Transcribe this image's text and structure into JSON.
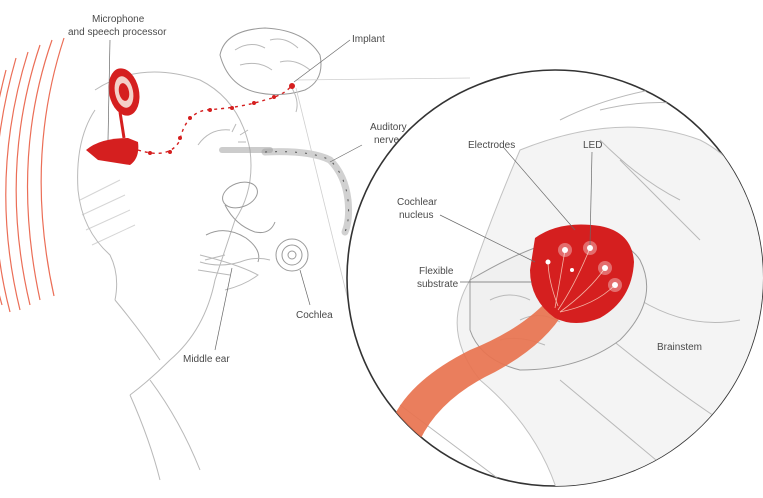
{
  "colors": {
    "accent_red": "#d51f1f",
    "light_red": "#e88a7a",
    "wave_red": "#e8553a",
    "line_gray": "#6a6a6a",
    "sketch_gray": "#b9b9b9"
  },
  "labels": {
    "microphone_line1": "Microphone",
    "microphone_line2": "and speech processor",
    "implant": "Implant",
    "auditory_nerve_line1": "Auditory",
    "auditory_nerve_line2": "nerve",
    "electrodes": "Electrodes",
    "led": "LED",
    "cochlear_nucleus_line1": "Cochlear",
    "cochlear_nucleus_line2": "nucleus",
    "flexible_substrate_line1": "Flexible",
    "flexible_substrate_line2": "substrate",
    "cochlea": "Cochlea",
    "middle_ear": "Middle ear",
    "brainstem": "Brainstem"
  },
  "icons": {
    "sound_waves": "sound-waves-icon",
    "speech_processor": "speech-processor-icon"
  }
}
